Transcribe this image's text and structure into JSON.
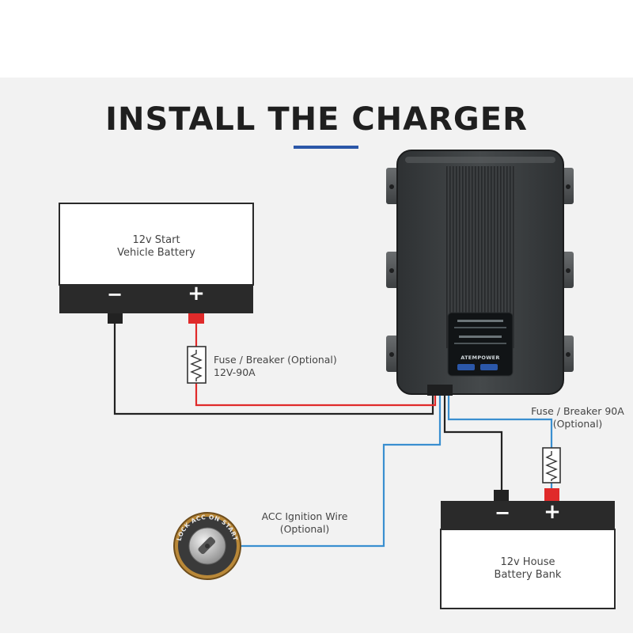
{
  "title": "INSTALL THE CHARGER",
  "accent_color": "#2b57a8",
  "wire_colors": {
    "positive": "#e02a2a",
    "negative": "#222222",
    "ignition": "#3a8fd0"
  },
  "start_battery": {
    "line1": "12v Start",
    "line2": "Vehicle Battery",
    "neg_symbol": "−",
    "pos_symbol": "+"
  },
  "house_battery": {
    "line1": "12v House",
    "line2": "Battery Bank",
    "neg_symbol": "−",
    "pos_symbol": "+"
  },
  "fuse_left": {
    "line1": "Fuse / Breaker (Optional)",
    "line2": "12V-90A"
  },
  "fuse_right": {
    "line1": "Fuse / Breaker 90A",
    "line2": "(Optional)"
  },
  "ignition": {
    "line1": "ACC Ignition Wire",
    "line2": "(Optional)",
    "key_ring_text": "LOCK ACC ON START"
  },
  "charger": {
    "brand": "ATEMPOWER",
    "icon": "dc-dc-charger-icon"
  }
}
